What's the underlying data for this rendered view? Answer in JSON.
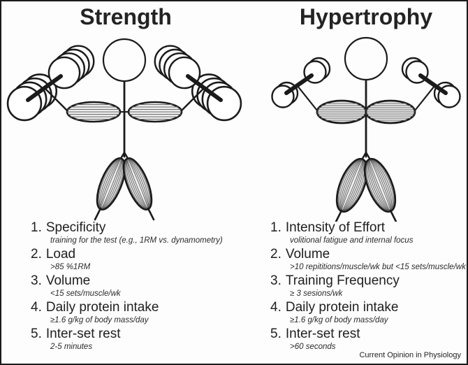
{
  "page": {
    "background": "#fdfdfd",
    "border_color": "#1b1b1b",
    "ink_color": "#1b1b1b",
    "muscle_fill": "#ececec",
    "credit": "Current Opinion in Physiology"
  },
  "columns": [
    {
      "id": "strength",
      "title": "Strength",
      "figure": "stick-figure-with-large-dumbbells",
      "items": [
        {
          "num": "1.",
          "label": "Specificity",
          "detail": "training for the test (e.g., 1RM vs. dynamometry)"
        },
        {
          "num": "2.",
          "label": "Load",
          "detail": ">85 %1RM"
        },
        {
          "num": "3.",
          "label": "Volume",
          "detail": "<15 sets/muscle/wk"
        },
        {
          "num": "4.",
          "label": "Daily protein intake",
          "detail": "≥1.6 g/kg of body mass/day"
        },
        {
          "num": "5.",
          "label": "Inter-set rest",
          "detail": "2-5 minutes"
        }
      ]
    },
    {
      "id": "hypertrophy",
      "title": "Hypertrophy",
      "figure": "stick-figure-with-small-dumbbells",
      "items": [
        {
          "num": "1.",
          "label": "Intensity of Effort",
          "detail": "volitional fatigue and internal focus"
        },
        {
          "num": "2.",
          "label": "Volume",
          "detail": ">10 repititions/muscle/wk but <15 sets/muscle/wk"
        },
        {
          "num": "3.",
          "label": "Training Frequency",
          "detail": "≥ 3 sesions/wk"
        },
        {
          "num": "4.",
          "label": "Daily protein intake",
          "detail": "≥1.6 g/kg of body mass/day"
        },
        {
          "num": "5.",
          "label": "Inter-set rest",
          "detail": ">60 seconds"
        }
      ]
    }
  ]
}
